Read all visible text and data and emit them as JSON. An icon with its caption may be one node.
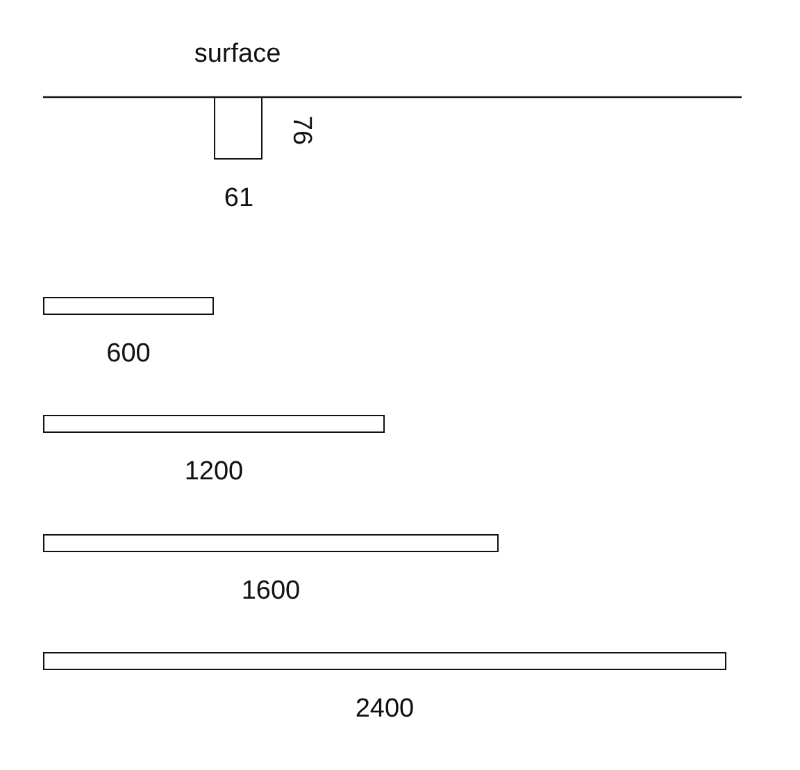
{
  "diagram": {
    "nodes": [
      {
        "text": [],
        "shape": "box"
      },
      {
        "text": [],
        "shape": "bar",
        "beside": [
          "600"
        ]
      },
      {
        "text": [],
        "shape": "bar",
        "beside": [
          "1200"
        ]
      },
      {
        "text": [],
        "shape": "bar",
        "beside": [
          "1600"
        ]
      },
      {
        "text": [],
        "shape": "bar",
        "beside": [
          "2400"
        ]
      }
    ],
    "edges": [],
    "labels": [
      "surface",
      "76",
      "61"
    ]
  }
}
